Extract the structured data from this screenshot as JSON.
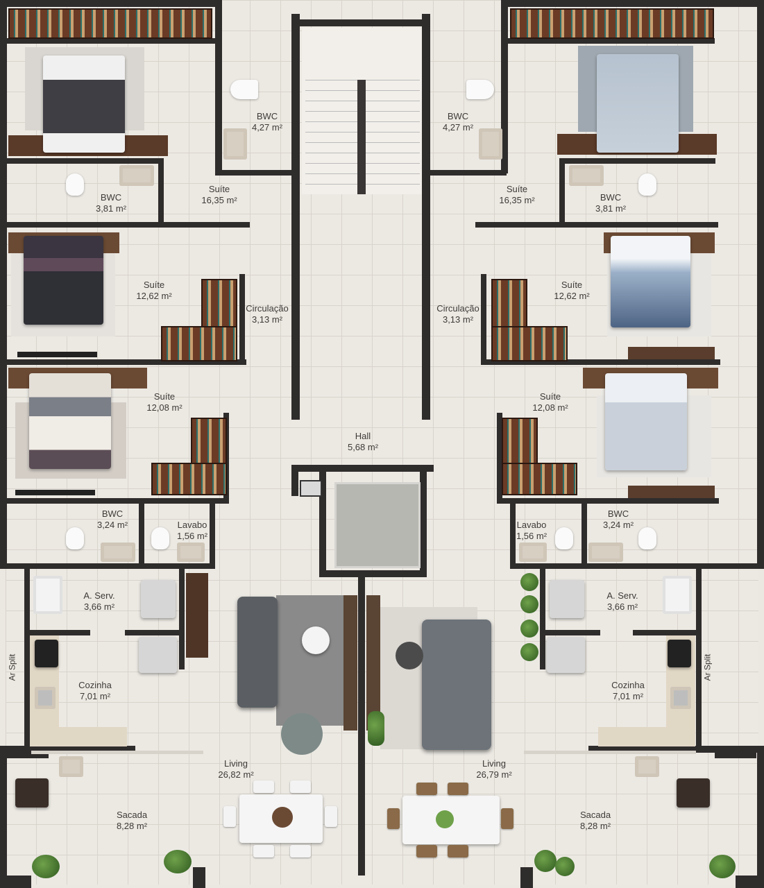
{
  "rooms": {
    "bwc_top_left": {
      "name": "BWC",
      "area": "4,27 m²"
    },
    "bwc_top_right": {
      "name": "BWC",
      "area": "4,27 m²"
    },
    "suite_top_left": {
      "name": "Suíte",
      "area": "16,35 m²"
    },
    "suite_top_right": {
      "name": "Suíte",
      "area": "16,35 m²"
    },
    "bwc_mid_left": {
      "name": "BWC",
      "area": "3,81 m²"
    },
    "bwc_mid_right": {
      "name": "BWC",
      "area": "3,81 m²"
    },
    "suite2_left": {
      "name": "Suíte",
      "area": "12,62 m²"
    },
    "suite2_right": {
      "name": "Suíte",
      "area": "12,62 m²"
    },
    "circ_left": {
      "name": "Circulação",
      "area": "3,13 m²"
    },
    "circ_right": {
      "name": "Circulação",
      "area": "3,13 m²"
    },
    "suite3_left": {
      "name": "Suíte",
      "area": "12,08 m²"
    },
    "suite3_right": {
      "name": "Suíte",
      "area": "12,08 m²"
    },
    "hall": {
      "name": "Hall",
      "area": "5,68 m²"
    },
    "bwc_low_left": {
      "name": "BWC",
      "area": "3,24 m²"
    },
    "bwc_low_right": {
      "name": "BWC",
      "area": "3,24 m²"
    },
    "lavabo_left": {
      "name": "Lavabo",
      "area": "1,56 m²"
    },
    "lavabo_right": {
      "name": "Lavabo",
      "area": "1,56 m²"
    },
    "aserv_left": {
      "name": "A. Serv.",
      "area": "3,66 m²"
    },
    "aserv_right": {
      "name": "A. Serv.",
      "area": "3,66 m²"
    },
    "cozinha_left": {
      "name": "Cozinha",
      "area": "7,01 m²"
    },
    "cozinha_right": {
      "name": "Cozinha",
      "area": "7,01 m²"
    },
    "living_left": {
      "name": "Living",
      "area": "26,82 m²"
    },
    "living_right": {
      "name": "Living",
      "area": "26,79 m²"
    },
    "sacada_left": {
      "name": "Sacada",
      "area": "8,28 m²"
    },
    "sacada_right": {
      "name": "Sacada",
      "area": "8,28 m²"
    }
  },
  "ar_split_left": "Ar Split",
  "ar_split_right": "Ar Split"
}
